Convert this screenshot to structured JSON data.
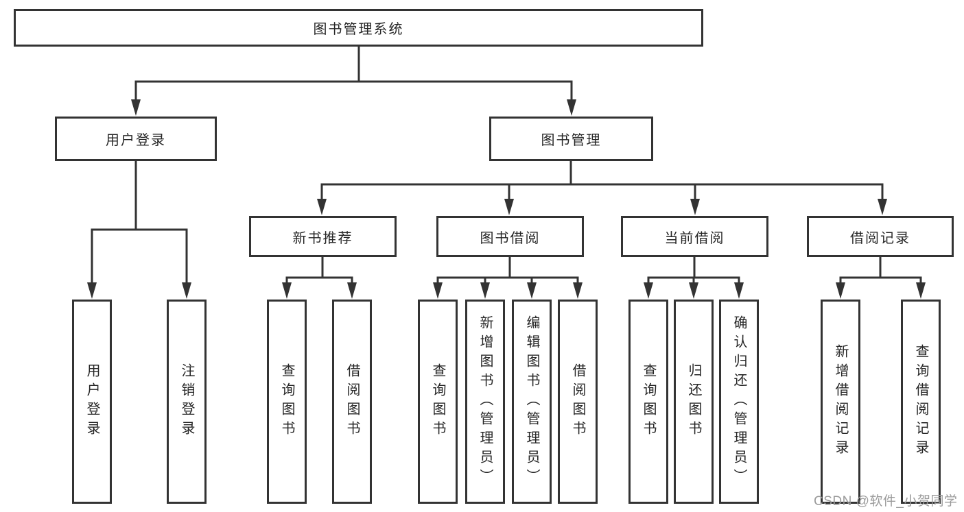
{
  "diagram": {
    "root": {
      "label": "图书管理系统"
    },
    "branches": [
      {
        "label": "用户登录",
        "children": [
          {
            "label": "用户登录"
          },
          {
            "label": "注销登录"
          }
        ]
      },
      {
        "label": "图书管理",
        "children": [
          {
            "label": "新书推荐",
            "children": [
              {
                "label": "查询图书"
              },
              {
                "label": "借阅图书"
              }
            ]
          },
          {
            "label": "图书借阅",
            "children": [
              {
                "label": "查询图书"
              },
              {
                "label": "新增图书（管理员）"
              },
              {
                "label": "编辑图书（管理员）"
              },
              {
                "label": "借阅图书"
              }
            ]
          },
          {
            "label": "当前借阅",
            "children": [
              {
                "label": "查询图书"
              },
              {
                "label": "归还图书"
              },
              {
                "label": "确认归还（管理员）"
              }
            ]
          },
          {
            "label": "借阅记录",
            "children": [
              {
                "label": "新增借阅记录"
              },
              {
                "label": "查询借阅记录"
              }
            ]
          }
        ]
      }
    ]
  },
  "watermark": {
    "text": "CSDN @软件_小贺同学"
  },
  "colors": {
    "line": "#333333",
    "box_fill": "#ffffff",
    "text": "#262626",
    "watermark": "#9b9b9b"
  }
}
